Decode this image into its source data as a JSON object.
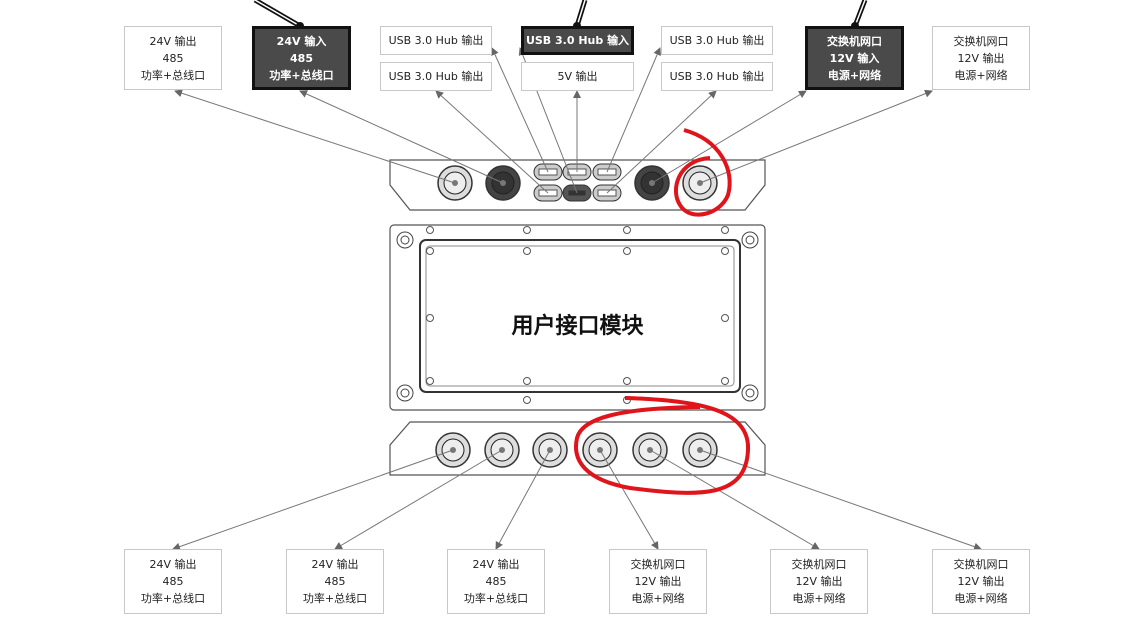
{
  "title": "用户接口模块",
  "top_labels": [
    {
      "lines": [
        "24V 输出",
        "485",
        "功率+总线口"
      ],
      "style": "light"
    },
    {
      "lines": [
        "24V 输入",
        "485",
        "功率+总线口"
      ],
      "style": "dark"
    },
    {
      "lines": [
        "USB 3.0 Hub  输出"
      ],
      "style": "light"
    },
    {
      "lines": [
        "USB 3.0 Hub  输出"
      ],
      "style": "light"
    },
    {
      "lines": [
        "USB 3.0 Hub  输入"
      ],
      "style": "dark"
    },
    {
      "lines": [
        "5V 输出"
      ],
      "style": "light"
    },
    {
      "lines": [
        "USB 3.0 Hub  输出"
      ],
      "style": "light"
    },
    {
      "lines": [
        "USB 3.0 Hub  输出"
      ],
      "style": "light"
    },
    {
      "lines": [
        "交换机网口",
        "12V 输入",
        "电源+网络"
      ],
      "style": "dark"
    },
    {
      "lines": [
        "交换机网口",
        "12V 输出",
        "电源+网络"
      ],
      "style": "light"
    }
  ],
  "bottom_labels": [
    {
      "lines": [
        "24V 输出",
        "485",
        "功率+总线口"
      ]
    },
    {
      "lines": [
        "24V 输出",
        "485",
        "功率+总线口"
      ]
    },
    {
      "lines": [
        "24V 输出",
        "485",
        "功率+总线口"
      ]
    },
    {
      "lines": [
        "交换机网口",
        "12V 输出",
        "电源+网络"
      ]
    },
    {
      "lines": [
        "交换机网口",
        "12V 输出",
        "电源+网络"
      ]
    },
    {
      "lines": [
        "交换机网口",
        "12V 输出",
        "电源+网络"
      ]
    }
  ],
  "colors": {
    "highlight": "#e0141b",
    "dark_box": "#4a4a4a"
  }
}
